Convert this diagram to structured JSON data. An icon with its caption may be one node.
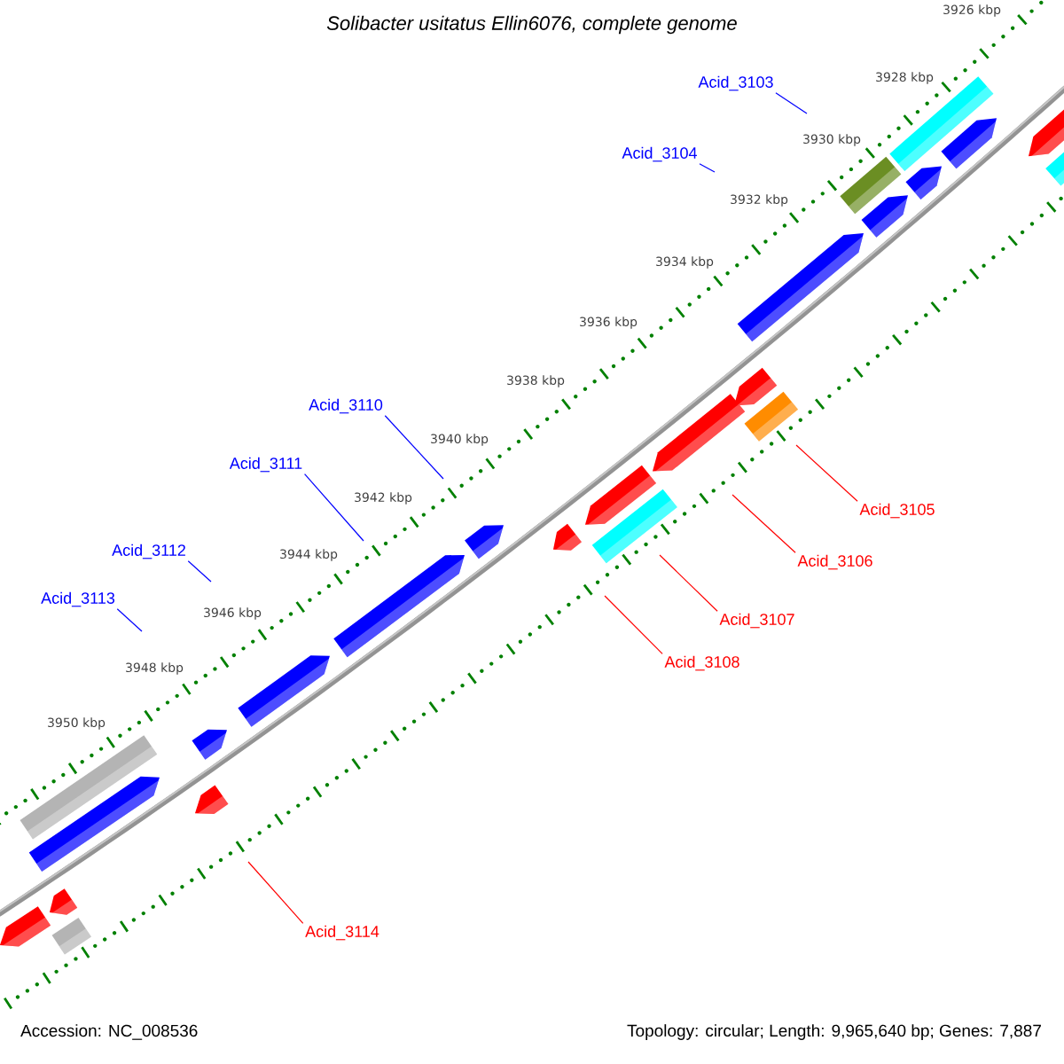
{
  "diagram": {
    "title": "Solibacter usitatus Ellin6076, complete genome",
    "nodes": [
      {
        "text": [
          "Acid_3103"
        ]
      },
      {
        "text": [
          "Acid_3104"
        ]
      },
      {
        "text": [
          "Acid_3110"
        ]
      },
      {
        "text": [
          "Acid_3111"
        ]
      },
      {
        "text": [
          "Acid_3105"
        ]
      },
      {
        "text": [
          "Acid_3112"
        ]
      },
      {
        "text": [
          "Acid_3106"
        ]
      },
      {
        "text": [
          "Acid_3113"
        ]
      },
      {
        "text": [
          "Acid_3107"
        ]
      },
      {
        "text": [
          "Acid_3108"
        ]
      },
      {
        "text": [
          "Acid_3114"
        ]
      }
    ],
    "edges": [
      {
        "from": 0,
        "to": null,
        "arrow": "none"
      },
      {
        "from": 1,
        "to": null,
        "arrow": "none"
      },
      {
        "from": 2,
        "to": null,
        "arrow": "none"
      },
      {
        "from": 3,
        "to": null,
        "arrow": "none"
      },
      {
        "from": 4,
        "to": null,
        "arrow": "none",
        "color": "#ff0000"
      },
      {
        "from": 5,
        "to": null,
        "arrow": "none"
      },
      {
        "from": 6,
        "to": null,
        "arrow": "none",
        "color": "#ff0000"
      },
      {
        "from": 7,
        "to": null,
        "arrow": "none"
      },
      {
        "from": 8,
        "to": null,
        "arrow": "none",
        "color": "#ff0000"
      },
      {
        "from": 9,
        "to": null,
        "arrow": "none",
        "color": "#ff0000"
      },
      {
        "from": 10,
        "to": null,
        "arrow": "none",
        "color": "#ff0000"
      }
    ],
    "labels": [
      "3926 kbp",
      "3928 kbp",
      "3930 kbp",
      "3932 kbp",
      "3934 kbp",
      "3936 kbp",
      "3938 kbp",
      "3940 kbp",
      "3942 kbp",
      "3944 kbp",
      "3946 kbp",
      "3948 kbp",
      "3950 kbp",
      "Accession: NC_008536",
      "Topology: circular; Length: 9,965,640 bp; Genes: 7,887"
    ]
  }
}
